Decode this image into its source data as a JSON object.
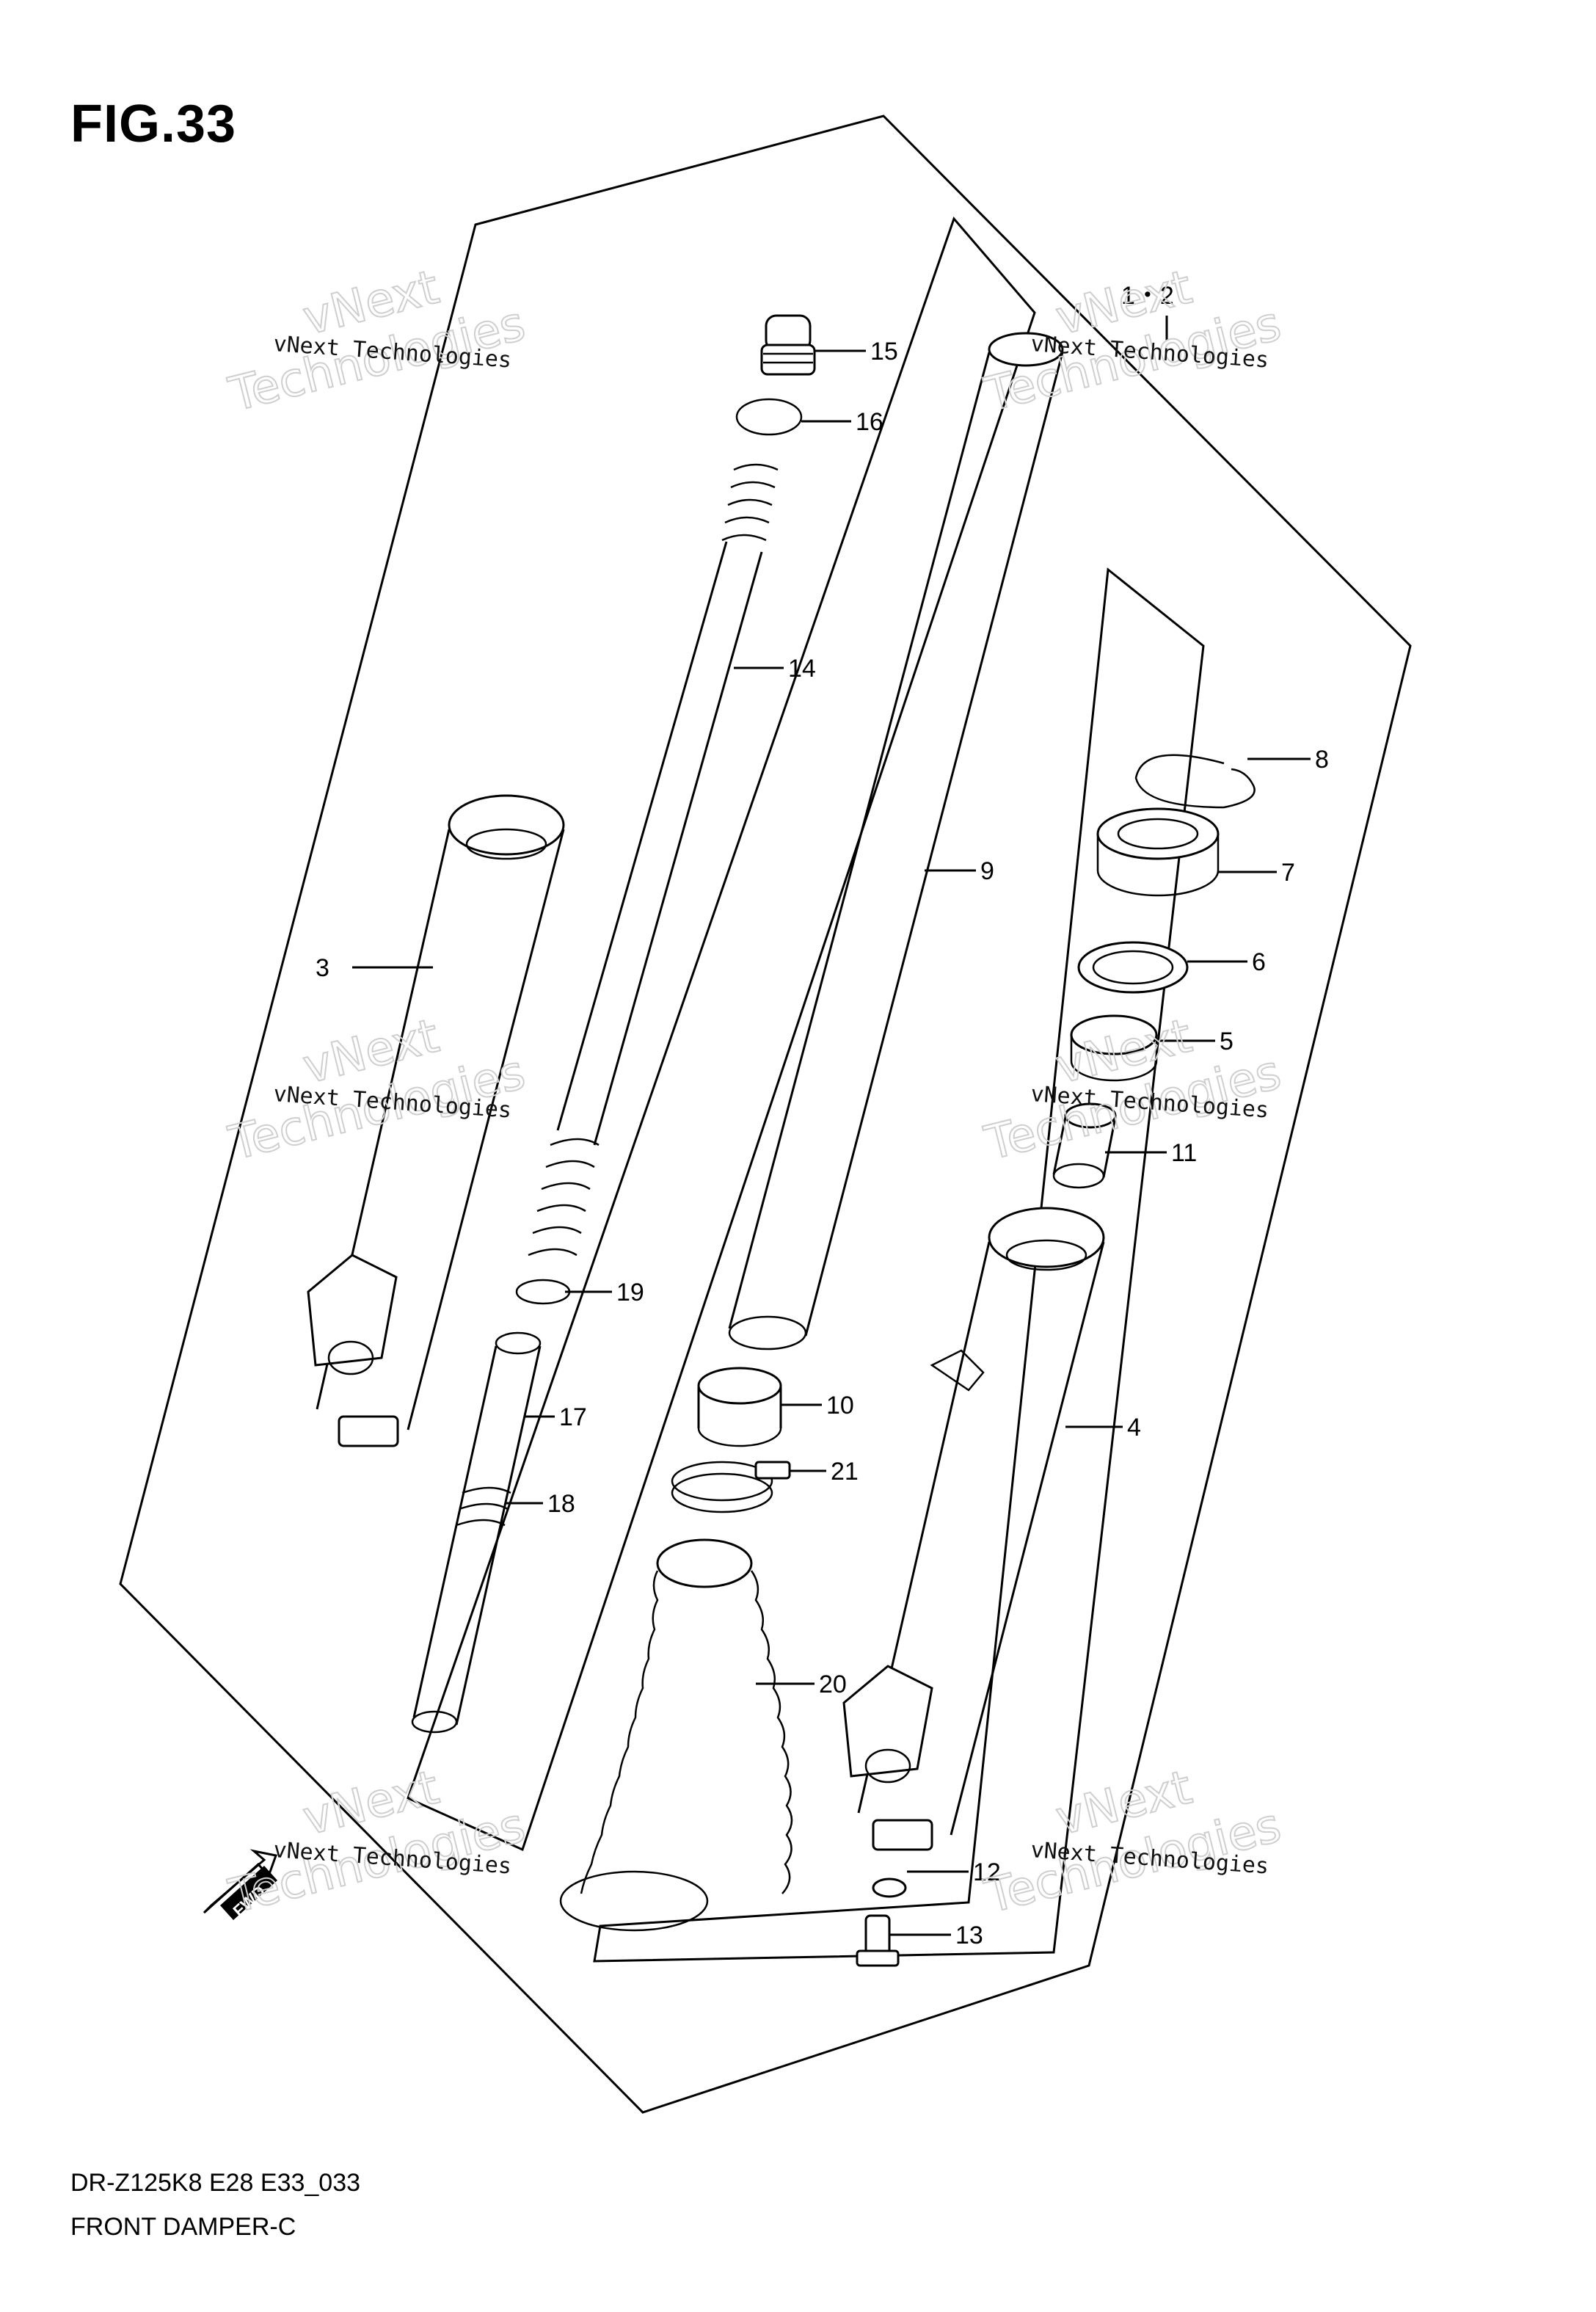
{
  "figure": {
    "title": "FIG.33",
    "model_code": "DR-Z125K8 E28 E33_033",
    "name": "FRONT DAMPER-C"
  },
  "callouts": {
    "c1_2": "1・2",
    "c3": "3",
    "c4": "4",
    "c5": "5",
    "c6": "6",
    "c7": "7",
    "c8": "8",
    "c9": "9",
    "c10": "10",
    "c11": "11",
    "c12": "12",
    "c13": "13",
    "c14": "14",
    "c15": "15",
    "c16": "16",
    "c17": "17",
    "c18": "18",
    "c19": "19",
    "c20": "20",
    "c21": "21"
  },
  "watermark": {
    "small": "vNext Technologies",
    "large_1": "vNext",
    "large_2": "Technologies"
  },
  "direction_badge": "FWD"
}
